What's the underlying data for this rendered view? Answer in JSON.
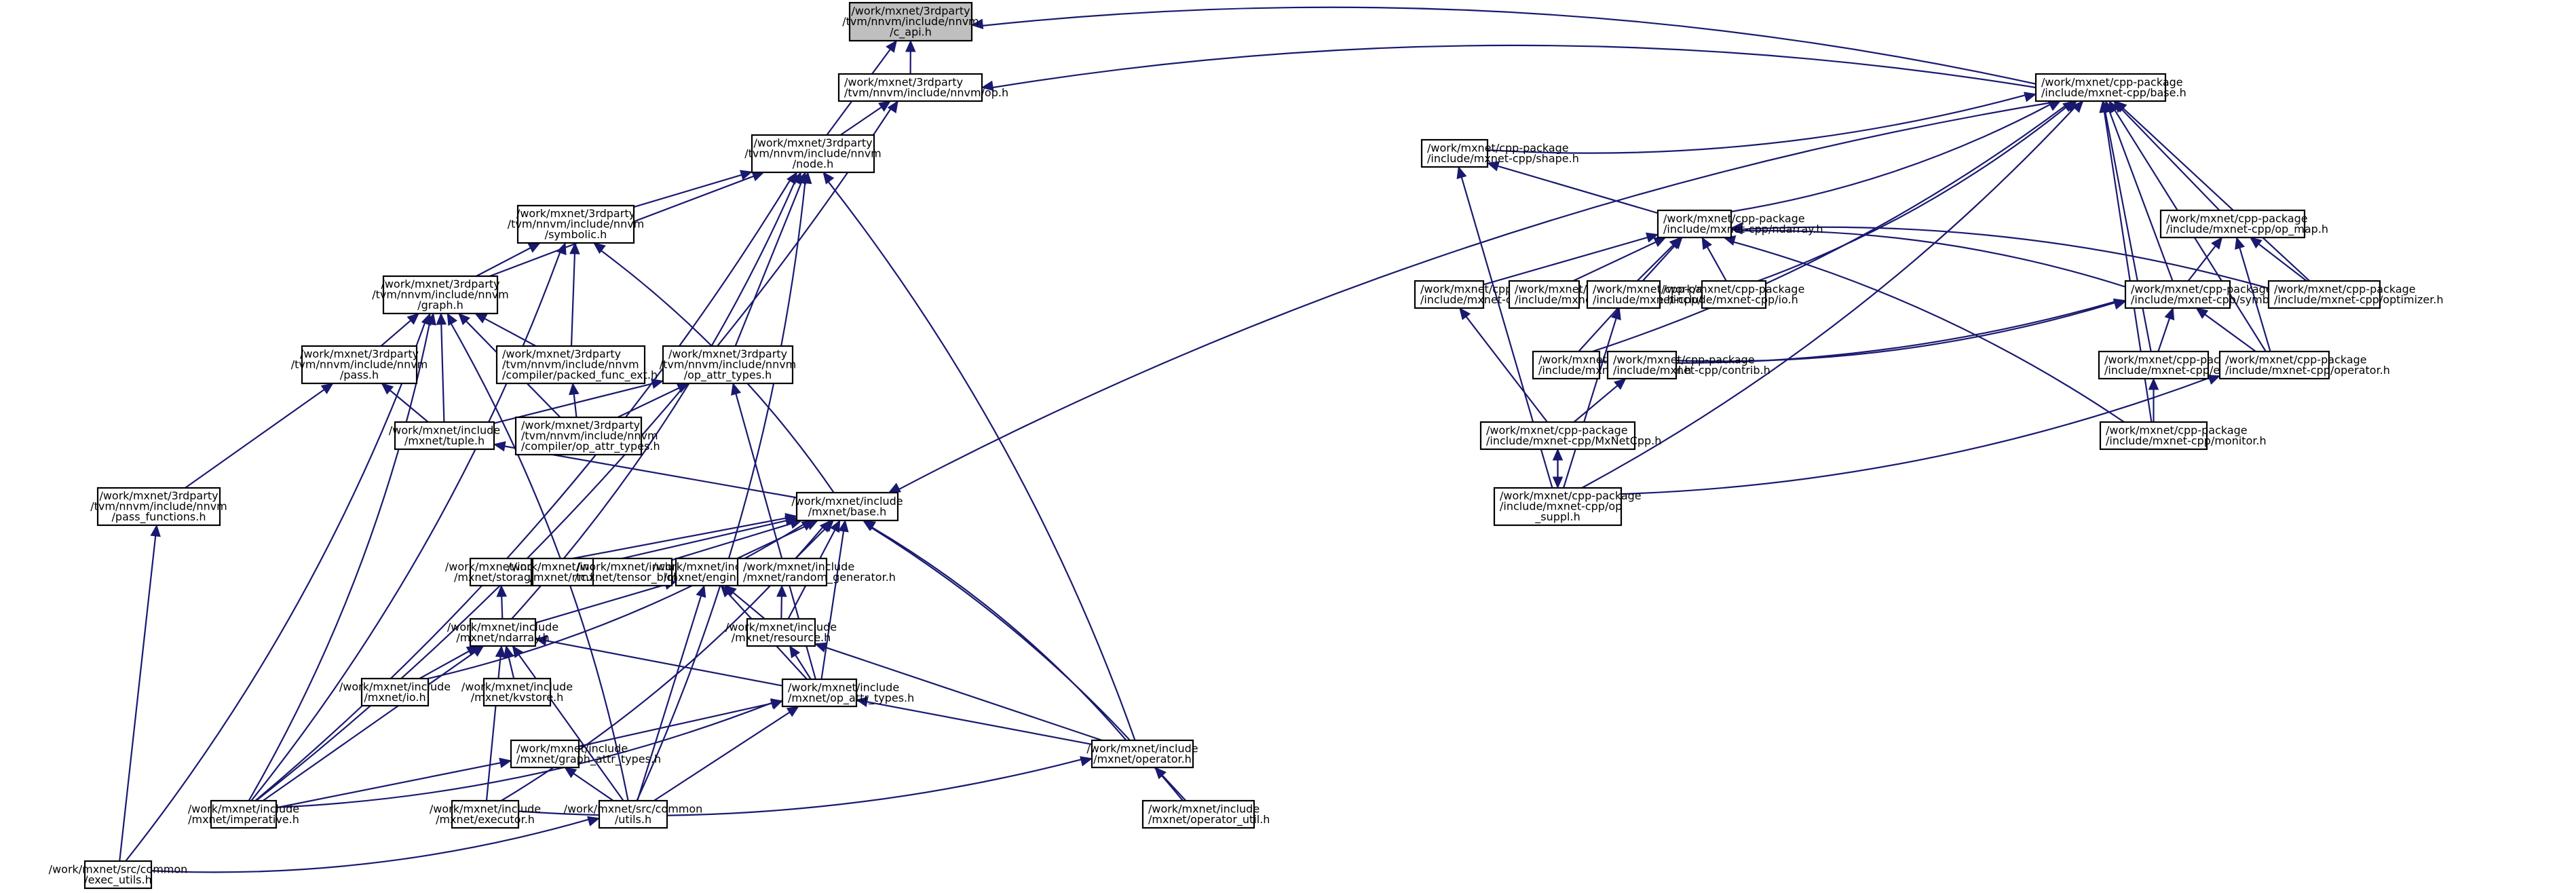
{
  "diagram": {
    "type": "include-dependency-graph",
    "root": "c_api",
    "colors": {
      "edge": "#191970",
      "root_fill": "#bfbfbf",
      "node_fill": "#ffffff",
      "node_border": "#000000"
    },
    "nodes": [
      {
        "id": "c_api",
        "lines": [
          "/work/mxnet/3rdparty",
          "/tvm/nnvm/include/nnvm",
          "/c_api.h"
        ],
        "align": "center"
      },
      {
        "id": "nnvm_op",
        "lines": [
          "/work/mxnet/3rdparty",
          "/tvm/nnvm/include/nnvm/op.h"
        ],
        "align": "left"
      },
      {
        "id": "nnvm_node",
        "lines": [
          "/work/mxnet/3rdparty",
          "/tvm/nnvm/include/nnvm",
          "/node.h"
        ],
        "align": "center"
      },
      {
        "id": "nnvm_symbolic",
        "lines": [
          "/work/mxnet/3rdparty",
          "/tvm/nnvm/include/nnvm",
          "/symbolic.h"
        ],
        "align": "center"
      },
      {
        "id": "nnvm_graph",
        "lines": [
          "/work/mxnet/3rdparty",
          "/tvm/nnvm/include/nnvm",
          "/graph.h"
        ],
        "align": "center"
      },
      {
        "id": "nnvm_pass",
        "lines": [
          "/work/mxnet/3rdparty",
          "/tvm/nnvm/include/nnvm",
          "/pass.h"
        ],
        "align": "center"
      },
      {
        "id": "nnvm_packed",
        "lines": [
          "/work/mxnet/3rdparty",
          "/tvm/nnvm/include/nnvm",
          "/compiler/packed_func_ext.h"
        ],
        "align": "left"
      },
      {
        "id": "nnvm_op_attr",
        "lines": [
          "/work/mxnet/3rdparty",
          "/tvm/nnvm/include/nnvm",
          "/op_attr_types.h"
        ],
        "align": "center"
      },
      {
        "id": "mx_tuple",
        "lines": [
          "/work/mxnet/include",
          "/mxnet/tuple.h"
        ],
        "align": "center"
      },
      {
        "id": "nnvm_comp_op_attr",
        "lines": [
          "/work/mxnet/3rdparty",
          "/tvm/nnvm/include/nnvm",
          "/compiler/op_attr_types.h"
        ],
        "align": "left"
      },
      {
        "id": "nnvm_pass_functions",
        "lines": [
          "/work/mxnet/3rdparty",
          "/tvm/nnvm/include/nnvm",
          "/pass_functions.h"
        ],
        "align": "center"
      },
      {
        "id": "mx_base",
        "lines": [
          "/work/mxnet/include",
          "/mxnet/base.h"
        ],
        "align": "center"
      },
      {
        "id": "mx_storage",
        "lines": [
          "/work/mxnet/include",
          "/mxnet/storage.h"
        ],
        "align": "center"
      },
      {
        "id": "mx_rtc",
        "lines": [
          "/work/mxnet/include",
          "/mxnet/rtc.h"
        ],
        "align": "center"
      },
      {
        "id": "mx_tensor_blob",
        "lines": [
          "/work/mxnet/include",
          "/mxnet/tensor_blob.h"
        ],
        "align": "center"
      },
      {
        "id": "mx_engine",
        "lines": [
          "/work/mxnet/include",
          "/mxnet/engine.h"
        ],
        "align": "center"
      },
      {
        "id": "mx_random",
        "lines": [
          "/work/mxnet/include",
          "/mxnet/random_generator.h"
        ],
        "align": "left"
      },
      {
        "id": "mx_ndarray",
        "lines": [
          "/work/mxnet/include",
          "/mxnet/ndarray.h"
        ],
        "align": "center"
      },
      {
        "id": "mx_resource",
        "lines": [
          "/work/mxnet/include",
          "/mxnet/resource.h"
        ],
        "align": "center"
      },
      {
        "id": "mx_io",
        "lines": [
          "/work/mxnet/include",
          "/mxnet/io.h"
        ],
        "align": "center"
      },
      {
        "id": "mx_kvstore",
        "lines": [
          "/work/mxnet/include",
          "/mxnet/kvstore.h"
        ],
        "align": "center"
      },
      {
        "id": "mx_op_attr",
        "lines": [
          "/work/mxnet/include",
          "/mxnet/op_attr_types.h"
        ],
        "align": "left"
      },
      {
        "id": "mx_graph_attr",
        "lines": [
          "/work/mxnet/include",
          "/mxnet/graph_attr_types.h"
        ],
        "align": "left"
      },
      {
        "id": "mx_operator",
        "lines": [
          "/work/mxnet/include",
          "/mxnet/operator.h"
        ],
        "align": "center"
      },
      {
        "id": "mx_imperative",
        "lines": [
          "/work/mxnet/include",
          "/mxnet/imperative.h"
        ],
        "align": "center"
      },
      {
        "id": "mx_executor",
        "lines": [
          "/work/mxnet/include",
          "/mxnet/executor.h"
        ],
        "align": "center"
      },
      {
        "id": "common_utils",
        "lines": [
          "/work/mxnet/src/common",
          "/utils.h"
        ],
        "align": "center"
      },
      {
        "id": "mx_operator_util",
        "lines": [
          "/work/mxnet/include",
          "/mxnet/operator_util.h"
        ],
        "align": "left"
      },
      {
        "id": "common_exec_utils",
        "lines": [
          "/work/mxnet/src/common",
          "/exec_utils.h"
        ],
        "align": "center"
      },
      {
        "id": "cpp_base",
        "lines": [
          "/work/mxnet/cpp-package",
          "/include/mxnet-cpp/base.h"
        ],
        "align": "left"
      },
      {
        "id": "cpp_shape",
        "lines": [
          "/work/mxnet/cpp-package",
          "/include/mxnet-cpp/shape.h"
        ],
        "align": "left"
      },
      {
        "id": "cpp_ndarray",
        "lines": [
          "/work/mxnet/cpp-package",
          "/include/mxnet-cpp/ndarray.h"
        ],
        "align": "left"
      },
      {
        "id": "cpp_op_map",
        "lines": [
          "/work/mxnet/cpp-package",
          "/include/mxnet-cpp/op_map.h"
        ],
        "align": "left"
      },
      {
        "id": "cpp_metric",
        "lines": [
          "/work/mxnet/cpp-package",
          "/include/mxnet-cpp/metric.h"
        ],
        "align": "left"
      },
      {
        "id": "cpp_kvstore",
        "lines": [
          "/work/mxnet/cpp-package",
          "/include/mxnet-cpp/kvstore.h"
        ],
        "align": "left"
      },
      {
        "id": "cpp_initializer",
        "lines": [
          "/work/mxnet/cpp-package",
          "/include/mxnet-cpp/initializer.h"
        ],
        "align": "left"
      },
      {
        "id": "cpp_io",
        "lines": [
          "/work/mxnet/cpp-package",
          "/include/mxnet-cpp/io.h"
        ],
        "align": "center"
      },
      {
        "id": "cpp_symbol",
        "lines": [
          "/work/mxnet/cpp-package",
          "/include/mxnet-cpp/symbol.h"
        ],
        "align": "left"
      },
      {
        "id": "cpp_optimizer",
        "lines": [
          "/work/mxnet/cpp-package",
          "/include/mxnet-cpp/optimizer.h"
        ],
        "align": "left"
      },
      {
        "id": "cpp_model",
        "lines": [
          "/work/mxnet/cpp-package",
          "/include/mxnet-cpp/model.h"
        ],
        "align": "left"
      },
      {
        "id": "cpp_contrib",
        "lines": [
          "/work/mxnet/cpp-package",
          "/include/mxnet-cpp/contrib.h"
        ],
        "align": "left"
      },
      {
        "id": "cpp_executor",
        "lines": [
          "/work/mxnet/cpp-package",
          "/include/mxnet-cpp/executor.h"
        ],
        "align": "left"
      },
      {
        "id": "cpp_operator",
        "lines": [
          "/work/mxnet/cpp-package",
          "/include/mxnet-cpp/operator.h"
        ],
        "align": "left"
      },
      {
        "id": "cpp_mxnetcpp",
        "lines": [
          "/work/mxnet/cpp-package",
          "/include/mxnet-cpp/MxNetCpp.h"
        ],
        "align": "left"
      },
      {
        "id": "cpp_monitor",
        "lines": [
          "/work/mxnet/cpp-package",
          "/include/mxnet-cpp/monitor.h"
        ],
        "align": "left"
      },
      {
        "id": "cpp_op_suppl",
        "lines": [
          "/work/mxnet/cpp-package",
          "/include/mxnet-cpp/op",
          "_suppl.h"
        ],
        "align": "left-last-center"
      }
    ],
    "edges": [
      [
        "nnvm_op",
        "c_api"
      ],
      [
        "nnvm_node",
        "c_api"
      ],
      [
        "cpp_base",
        "c_api"
      ],
      [
        "nnvm_node",
        "nnvm_op"
      ],
      [
        "cpp_base",
        "nnvm_op"
      ],
      [
        "mx_imperative",
        "nnvm_op"
      ],
      [
        "nnvm_symbolic",
        "nnvm_node"
      ],
      [
        "nnvm_graph",
        "nnvm_node"
      ],
      [
        "nnvm_op_attr",
        "nnvm_node"
      ],
      [
        "mx_ndarray",
        "nnvm_node"
      ],
      [
        "common_utils",
        "nnvm_node"
      ],
      [
        "mx_operator",
        "nnvm_node"
      ],
      [
        "mx_imperative",
        "nnvm_node"
      ],
      [
        "nnvm_graph",
        "nnvm_symbolic"
      ],
      [
        "nnvm_packed",
        "nnvm_symbolic"
      ],
      [
        "mx_base",
        "nnvm_symbolic"
      ],
      [
        "mx_imperative",
        "nnvm_symbolic"
      ],
      [
        "nnvm_pass",
        "nnvm_graph"
      ],
      [
        "mx_tuple",
        "nnvm_graph"
      ],
      [
        "nnvm_packed",
        "nnvm_graph"
      ],
      [
        "nnvm_comp_op_attr",
        "nnvm_graph"
      ],
      [
        "mx_imperative",
        "nnvm_graph"
      ],
      [
        "common_exec_utils",
        "nnvm_graph"
      ],
      [
        "common_utils",
        "nnvm_graph"
      ],
      [
        "nnvm_pass_functions",
        "nnvm_pass"
      ],
      [
        "mx_tuple",
        "nnvm_pass"
      ],
      [
        "nnvm_comp_op_attr",
        "nnvm_packed"
      ],
      [
        "mx_tuple",
        "nnvm_op_attr"
      ],
      [
        "nnvm_comp_op_attr",
        "nnvm_op_attr"
      ],
      [
        "mx_op_attr",
        "nnvm_op_attr"
      ],
      [
        "mx_base",
        "mx_tuple"
      ],
      [
        "common_exec_utils",
        "nnvm_pass_functions"
      ],
      [
        "mx_storage",
        "mx_base"
      ],
      [
        "mx_rtc",
        "mx_base"
      ],
      [
        "mx_tensor_blob",
        "mx_base"
      ],
      [
        "mx_engine",
        "mx_base"
      ],
      [
        "mx_random",
        "mx_base"
      ],
      [
        "mx_resource",
        "mx_base"
      ],
      [
        "mx_op_attr",
        "mx_base"
      ],
      [
        "mx_io",
        "mx_base"
      ],
      [
        "mx_executor",
        "mx_base"
      ],
      [
        "mx_operator",
        "mx_base"
      ],
      [
        "mx_operator_util",
        "mx_base"
      ],
      [
        "cpp_base",
        "mx_base"
      ],
      [
        "mx_ndarray",
        "mx_storage"
      ],
      [
        "mx_ndarray",
        "mx_engine"
      ],
      [
        "mx_resource",
        "mx_engine"
      ],
      [
        "mx_op_attr",
        "mx_engine"
      ],
      [
        "common_utils",
        "mx_engine"
      ],
      [
        "mx_resource",
        "mx_random"
      ],
      [
        "mx_io",
        "mx_ndarray"
      ],
      [
        "mx_kvstore",
        "mx_ndarray"
      ],
      [
        "mx_op_attr",
        "mx_ndarray"
      ],
      [
        "mx_imperative",
        "mx_ndarray"
      ],
      [
        "mx_executor",
        "mx_ndarray"
      ],
      [
        "common_utils",
        "mx_ndarray"
      ],
      [
        "mx_op_attr",
        "mx_resource"
      ],
      [
        "mx_operator",
        "mx_resource"
      ],
      [
        "mx_graph_attr",
        "mx_op_attr"
      ],
      [
        "mx_imperative",
        "mx_op_attr"
      ],
      [
        "common_utils",
        "mx_op_attr"
      ],
      [
        "mx_operator",
        "mx_op_attr"
      ],
      [
        "mx_imperative",
        "mx_graph_attr"
      ],
      [
        "common_utils",
        "mx_graph_attr"
      ],
      [
        "mx_operator_util",
        "mx_operator"
      ],
      [
        "mx_executor",
        "mx_operator"
      ],
      [
        "common_exec_utils",
        "common_utils"
      ],
      [
        "cpp_shape",
        "cpp_base"
      ],
      [
        "cpp_ndarray",
        "cpp_base"
      ],
      [
        "cpp_op_map",
        "cpp_base"
      ],
      [
        "cpp_io",
        "cpp_base"
      ],
      [
        "cpp_symbol",
        "cpp_base"
      ],
      [
        "cpp_optimizer",
        "cpp_base"
      ],
      [
        "cpp_model",
        "cpp_base"
      ],
      [
        "cpp_executor",
        "cpp_base"
      ],
      [
        "cpp_operator",
        "cpp_base"
      ],
      [
        "cpp_monitor",
        "cpp_base"
      ],
      [
        "cpp_op_suppl",
        "cpp_base"
      ],
      [
        "cpp_ndarray",
        "cpp_shape"
      ],
      [
        "cpp_op_suppl",
        "cpp_shape"
      ],
      [
        "cpp_metric",
        "cpp_ndarray"
      ],
      [
        "cpp_kvstore",
        "cpp_ndarray"
      ],
      [
        "cpp_initializer",
        "cpp_ndarray"
      ],
      [
        "cpp_io",
        "cpp_ndarray"
      ],
      [
        "cpp_symbol",
        "cpp_ndarray"
      ],
      [
        "cpp_optimizer",
        "cpp_ndarray"
      ],
      [
        "cpp_model",
        "cpp_ndarray"
      ],
      [
        "cpp_monitor",
        "cpp_ndarray"
      ],
      [
        "cpp_symbol",
        "cpp_op_map"
      ],
      [
        "cpp_optimizer",
        "cpp_op_map"
      ],
      [
        "cpp_operator",
        "cpp_op_map"
      ],
      [
        "cpp_mxnetcpp",
        "cpp_metric"
      ],
      [
        "cpp_op_suppl",
        "cpp_initializer"
      ],
      [
        "cpp_model",
        "cpp_symbol"
      ],
      [
        "cpp_contrib",
        "cpp_symbol"
      ],
      [
        "cpp_executor",
        "cpp_symbol"
      ],
      [
        "cpp_operator",
        "cpp_symbol"
      ],
      [
        "cpp_mxnetcpp",
        "cpp_contrib"
      ],
      [
        "cpp_monitor",
        "cpp_executor"
      ],
      [
        "cpp_op_suppl",
        "cpp_operator"
      ],
      [
        "cpp_op_suppl",
        "cpp_mxnetcpp"
      ],
      [
        "cpp_mxnetcpp",
        "cpp_op_suppl"
      ]
    ]
  }
}
